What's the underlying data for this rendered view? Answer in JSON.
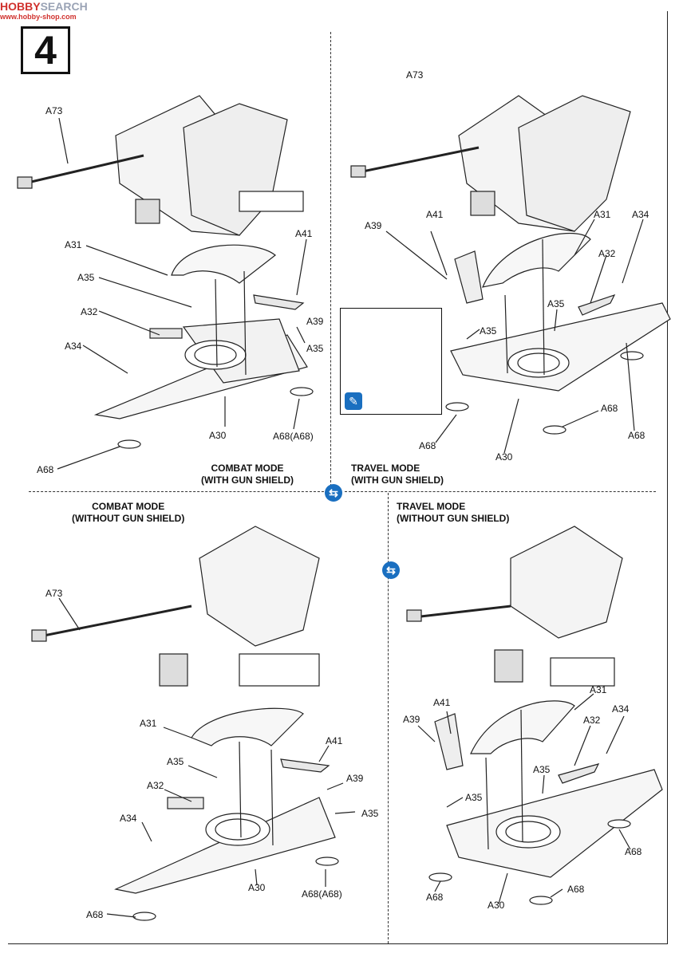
{
  "watermark": {
    "brand_a": "HOBBY",
    "brand_b": "SEARCH",
    "sub": "www.hobby-shop.com"
  },
  "step_number": "4",
  "panels": {
    "tl": {
      "mode_title": "COMBAT MODE",
      "mode_sub": "(WITH GUN SHIELD)"
    },
    "tr": {
      "mode_title": "TRAVEL MODE",
      "mode_sub": "(WITH GUN SHIELD)"
    },
    "bl": {
      "mode_title": "COMBAT MODE",
      "mode_sub": "(WITHOUT GUN SHIELD)"
    },
    "br": {
      "mode_title": "TRAVEL MODE",
      "mode_sub": "(WITHOUT GUN SHIELD)"
    }
  },
  "labels": {
    "tl": {
      "a73": "A73",
      "a31": "A31",
      "a41": "A41",
      "a35a": "A35",
      "a32": "A32",
      "a39": "A39",
      "a34": "A34",
      "a35b": "A35",
      "a30": "A30",
      "a68a": "A68(A68)",
      "a68b": "A68"
    },
    "tr": {
      "a73": "A73",
      "a39": "A39",
      "a41": "A41",
      "a31": "A31",
      "a34": "A34",
      "a32": "A32",
      "a35a": "A35",
      "a35b": "A35",
      "a68a": "A68",
      "a68b": "A68",
      "a68c": "A68",
      "a30": "A30"
    },
    "bl": {
      "a73": "A73",
      "a31": "A31",
      "a41": "A41",
      "a35a": "A35",
      "a39": "A39",
      "a32": "A32",
      "a35b": "A35",
      "a34": "A34",
      "a30": "A30",
      "a68a": "A68(A68)",
      "a68b": "A68"
    },
    "br": {
      "a31": "A31",
      "a41": "A41",
      "a34": "A34",
      "a39": "A39",
      "a32": "A32",
      "a35a": "A35",
      "a35b": "A35",
      "a68a": "A68",
      "a68b": "A68",
      "a68c": "A68",
      "a30": "A30"
    }
  },
  "icons": {
    "mode_switch": "mode-switch-icon",
    "glue": "glue-icon"
  },
  "colors": {
    "accent": "#1a6fc0",
    "ink": "#111111"
  }
}
